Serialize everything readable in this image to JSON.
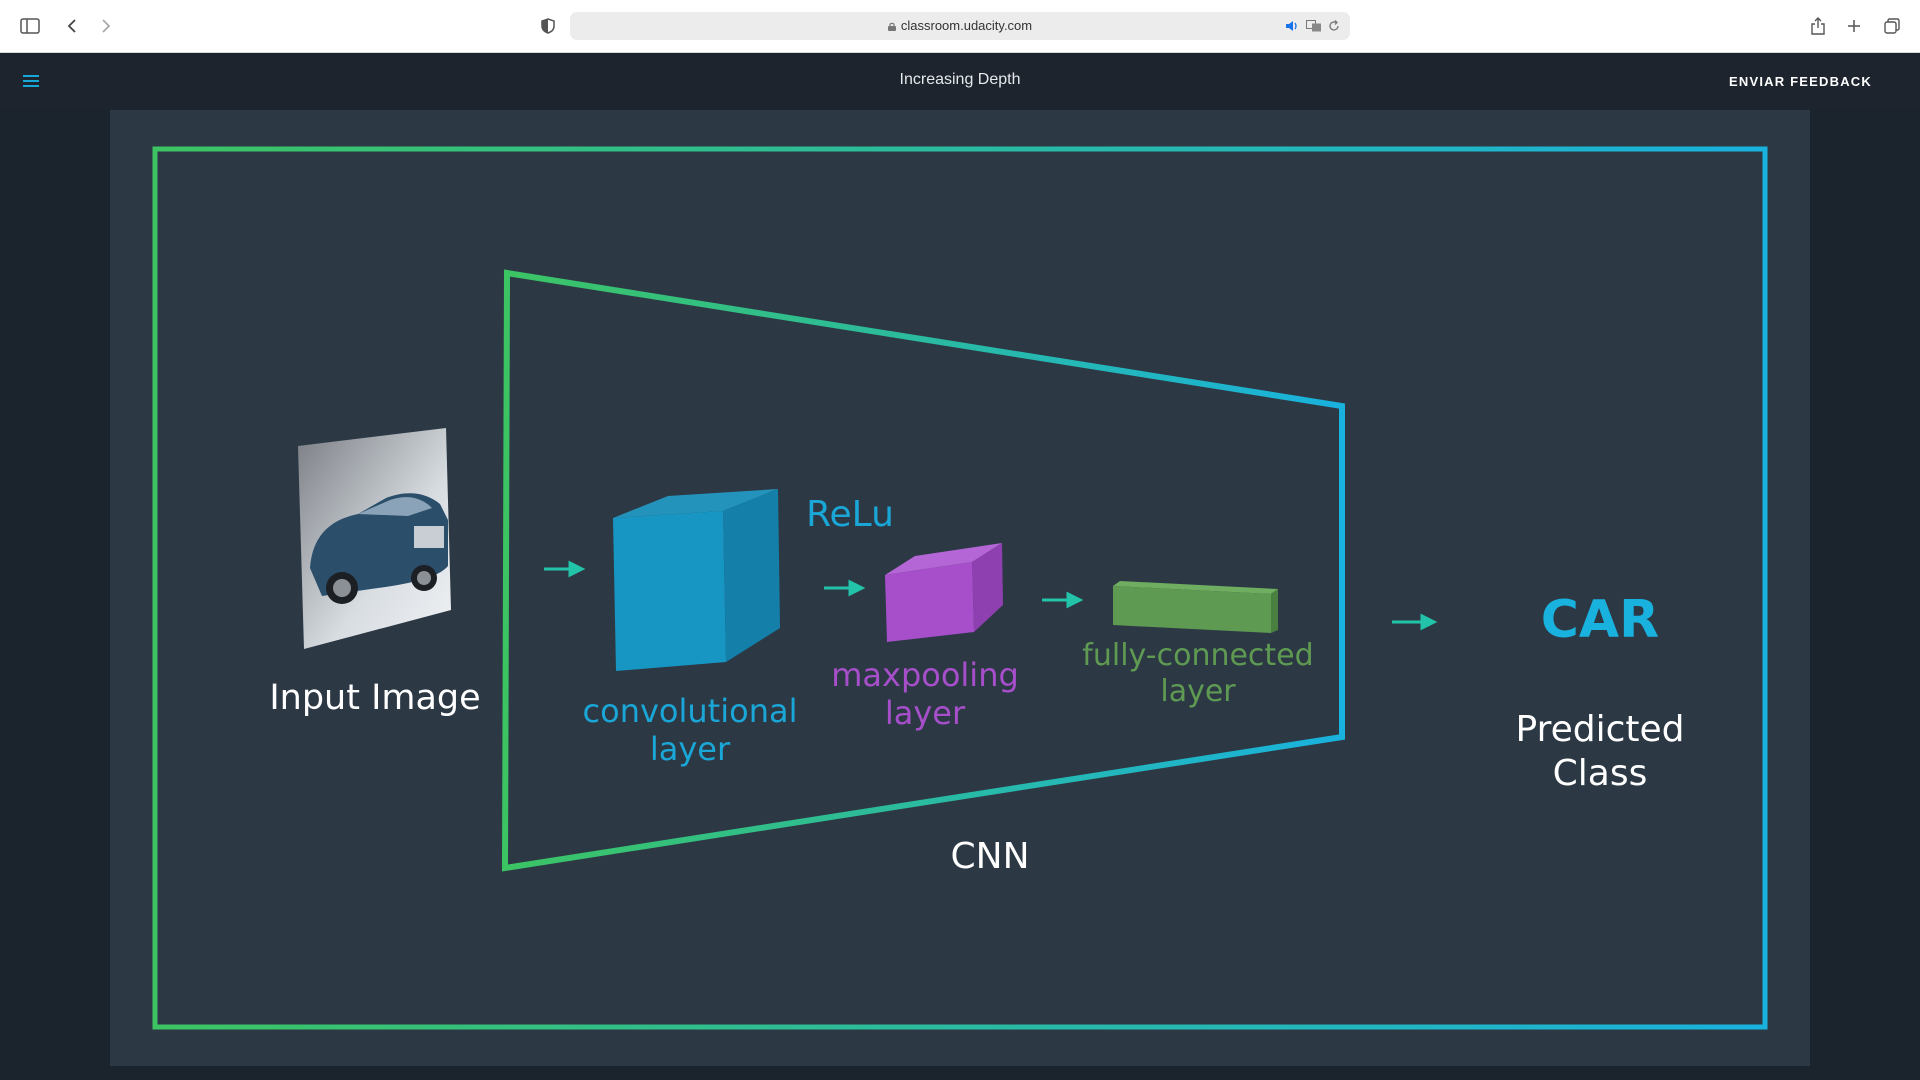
{
  "browser": {
    "url": "classroom.udacity.com"
  },
  "header": {
    "title": "Increasing Depth",
    "feedback_label": "ENVIAR FEEDBACK"
  },
  "diagram": {
    "input_label": "Input Image",
    "conv_label_line1": "convolutional",
    "conv_label_line2": "layer",
    "relu_label": "ReLu",
    "maxpool_label_line1": "maxpooling",
    "maxpool_label_line2": "layer",
    "fc_label_line1": "fully-connected",
    "fc_label_line2": "layer",
    "cnn_label": "CNN",
    "prediction_value": "CAR",
    "prediction_label_line1": "Predicted",
    "prediction_label_line2": "Class"
  },
  "colors": {
    "conv": "#1796c4",
    "maxpool": "#a74fcb",
    "fc": "#5f9a52",
    "accent_cyan": "#19b2de",
    "accent_green": "#3cc463",
    "arrow": "#22c3a8"
  }
}
